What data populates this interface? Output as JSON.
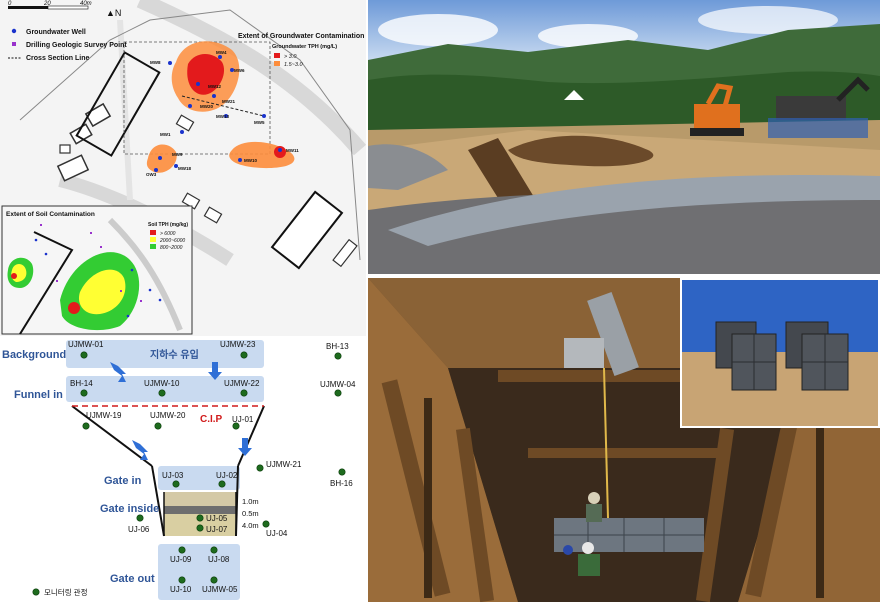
{
  "site_map": {
    "scale": {
      "ticks": [
        "0",
        "20",
        "40m"
      ]
    },
    "legend": {
      "groundwater_well": "Groundwater Well",
      "drilling_point": "Drilling Geologic Survey Point",
      "cross_section": "Cross Section Line"
    },
    "groundwater_box": {
      "title": "Extent of Groundwater Contamination",
      "subtitle": "Groundwater TPH (mg/L)",
      "items": [
        {
          "label": "> 3.0",
          "color": "#e31a1c"
        },
        {
          "label": "1.5~3.0",
          "color": "#fd8d3c"
        }
      ]
    },
    "soil_box": {
      "title": "Extent of Soil Contamination",
      "subtitle": "Soil TPH (mg/kg)",
      "items": [
        {
          "label": "> 6000",
          "color": "#e31a1c"
        },
        {
          "label": "2000~6000",
          "color": "#ffff33"
        },
        {
          "label": "800~2000",
          "color": "#33cc33"
        }
      ]
    },
    "well_labels": {
      "mw4": "MW4",
      "mw6": "MW6",
      "mw12": "MW12",
      "mw8": "MW8",
      "mw20": "MW20",
      "mw21": "MW21",
      "mw13": "MW13",
      "mw5": "MW5",
      "mw1": "MW1",
      "mw11": "MW11",
      "mw9": "MW9",
      "mw10": "MW10",
      "mw18": "MW18",
      "ow3": "OW3"
    }
  },
  "schematic": {
    "rows": {
      "background": "Background",
      "funnel_in": "Funnel in",
      "gate_in": "Gate in",
      "gate_inside": "Gate inside",
      "gate_out": "Gate out"
    },
    "flow_label": "지하수 유입",
    "cip_label": "C.I.P",
    "depths": [
      "1.0m",
      "0.5m",
      "4.0m"
    ],
    "wells": {
      "ujmw01": "UJMW-01",
      "ujmw23": "UJMW-23",
      "bh13": "BH-13",
      "ujmw04": "UJMW-04",
      "bh14": "BH-14",
      "ujmw10": "UJMW-10",
      "ujmw22": "UJMW-22",
      "ujmw19": "UJMW-19",
      "ujmw20": "UJMW-20",
      "uj01": "UJ-01",
      "ujmw21": "UJMW-21",
      "bh16": "BH-16",
      "uj03": "UJ-03",
      "uj02": "UJ-02",
      "uj05": "UJ-05",
      "uj07": "UJ-07",
      "uj06": "UJ-06",
      "uj04": "UJ-04",
      "uj09": "UJ-09",
      "uj08": "UJ-08",
      "uj10": "UJ-10",
      "ujmw05": "UJMW-05"
    },
    "legend_label": "모니터링 관정",
    "well_color": "#1e6b1e",
    "box_color": "#c9daf0",
    "row_label_color": "#2f5597"
  }
}
